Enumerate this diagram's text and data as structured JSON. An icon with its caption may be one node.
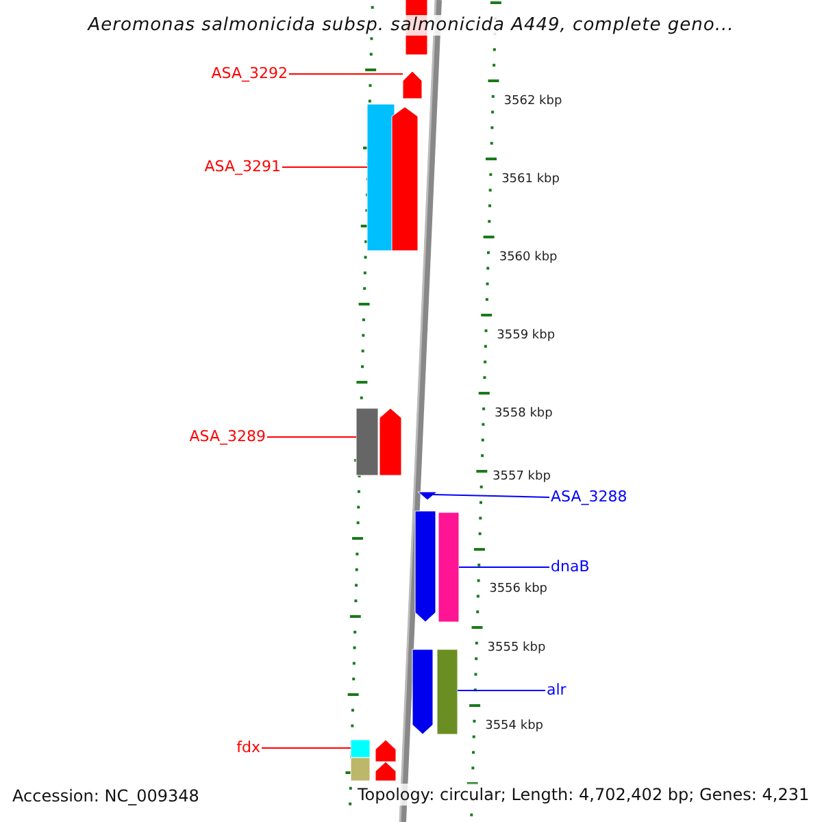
{
  "diagram": {
    "title": "Aeromonas salmonicida subsp. salmonicida A449, complete geno...",
    "nodes": [
      {
        "text": [
          "ASA_3292"
        ]
      },
      {
        "text": [
          "ASA_3291"
        ]
      },
      {
        "text": [
          "ASA_3289"
        ]
      },
      {
        "text": [
          "ASA_3288"
        ]
      },
      {
        "text": [
          "dnaB"
        ]
      },
      {
        "text": [
          "alr"
        ]
      },
      {
        "text": [
          "fdx"
        ]
      },
      {
        "text": [],
        "shape": "arrow"
      },
      {
        "text": [],
        "shape": "bar"
      },
      {
        "text": [],
        "shape": "bar"
      },
      {
        "text": [],
        "shape": "triangle"
      },
      {
        "text": [],
        "shape": "bar"
      },
      {
        "text": [],
        "shape": "bar"
      },
      {
        "text": [],
        "shape": "bar"
      },
      {
        "text": [],
        "shape": "arrow"
      },
      {
        "text": [],
        "shape": "arrow"
      },
      {
        "text": [],
        "shape": "arrow"
      },
      {
        "text": [],
        "shape": "arrow"
      },
      {
        "text": [],
        "shape": "arrow"
      },
      {
        "text": [],
        "shape": "bar"
      },
      {
        "text": [],
        "shape": "arrow"
      },
      {
        "text": [],
        "shape": "arrow"
      }
    ],
    "edges": [
      {
        "from": 0,
        "to": 7,
        "arrow": "none"
      },
      {
        "from": 1,
        "to": 8,
        "arrow": "none"
      },
      {
        "from": 2,
        "to": 9,
        "arrow": "none"
      },
      {
        "from": 3,
        "to": 10,
        "arrow": "none",
        "color": "#0000ff"
      },
      {
        "from": 4,
        "to": 11,
        "arrow": "none",
        "color": "#0000ff"
      },
      {
        "from": 5,
        "to": 12,
        "arrow": "none",
        "color": "#0000ff"
      },
      {
        "from": 6,
        "to": 13,
        "arrow": "none"
      }
    ],
    "labels": [
      "3562 kbp",
      "3561 kbp",
      "3560 kbp",
      "3559 kbp",
      "3558 kbp",
      "3557 kbp",
      "3556 kbp",
      "3555 kbp",
      "3554 kbp",
      "Accession: NC_009348",
      "Topology: circular; Length: 4,702,402 bp; Genes: 4,231"
    ]
  }
}
